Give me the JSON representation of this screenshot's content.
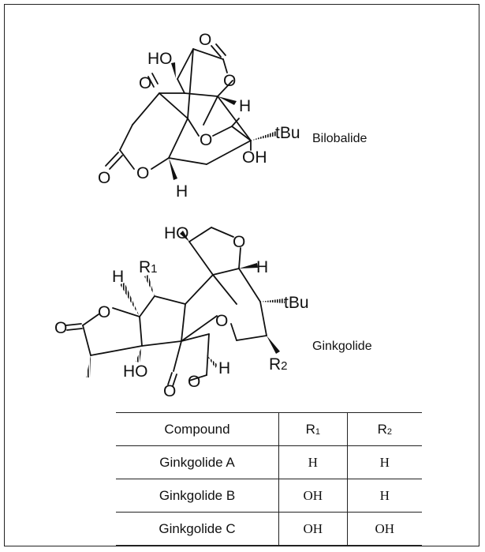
{
  "bilobalide": {
    "name": "Bilobalide",
    "labels": {
      "ho": "HO",
      "o_ketone_top": "O",
      "o_ring_top": "O",
      "h_right": "H",
      "tbu": "tBu",
      "o_ketone_left": "O",
      "o_bridge": "O",
      "oh": "OH",
      "o_lactone_carbonyl": "O",
      "o_lactone_ring": "O",
      "h_bottom": "H"
    }
  },
  "ginkgolide": {
    "name": "Ginkgolide",
    "labels": {
      "ho_top": "HO",
      "o_thf": "O",
      "h_right": "H",
      "r1": "R",
      "r1_sub": "1",
      "h_left": "H",
      "o_lactone_left": "O",
      "tbu": "tBu",
      "o_carbonyl_left": "O",
      "o_bridge": "O",
      "ho_bottom": "HO",
      "o_ring_bottom": "O",
      "h_bottom": "H",
      "r2": "R",
      "r2_sub": "2",
      "o_carbonyl_bottom": "O"
    }
  },
  "table": {
    "headers": {
      "compound": "Compound",
      "r1": "R",
      "r1_sub": "1",
      "r2": "R",
      "r2_sub": "2"
    },
    "rows": [
      {
        "compound": "Ginkgolide A",
        "r1": "H",
        "r2": "H"
      },
      {
        "compound": "Ginkgolide B",
        "r1": "OH",
        "r2": "H"
      },
      {
        "compound": "Ginkgolide C",
        "r1": "OH",
        "r2": "OH"
      }
    ]
  }
}
